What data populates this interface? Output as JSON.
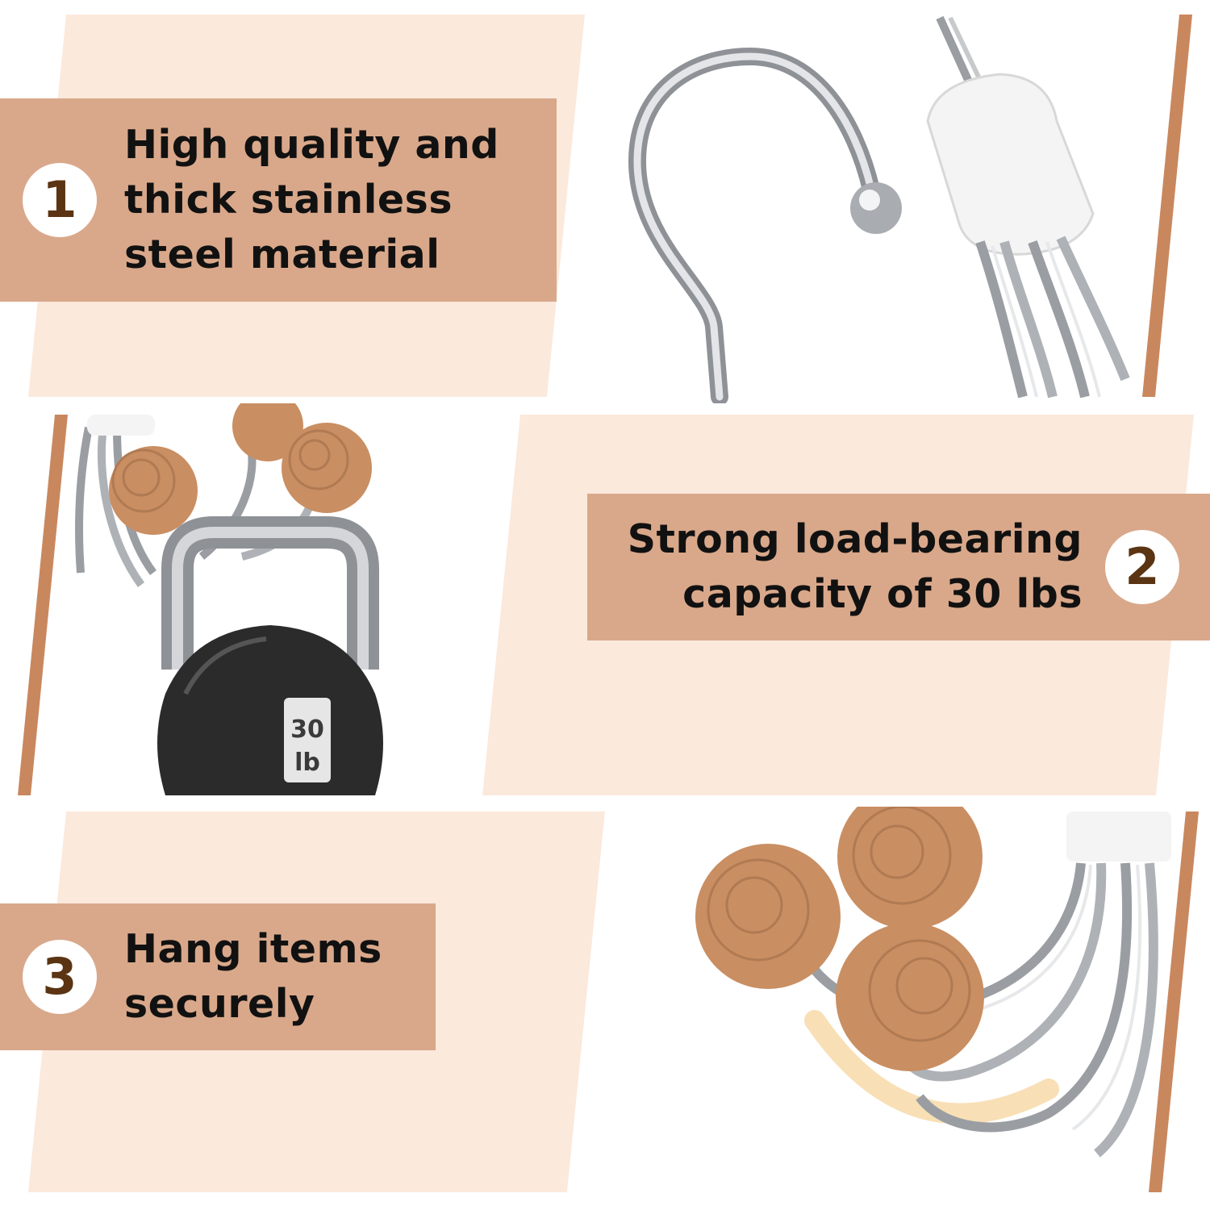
{
  "features": [
    {
      "number": "1",
      "lines": [
        "High quality and",
        "thick stainless",
        "steel material"
      ]
    },
    {
      "number": "2",
      "lines": [
        "Strong load-bearing",
        "capacity of 30 lbs"
      ]
    },
    {
      "number": "3",
      "lines": [
        "Hang items",
        "securely"
      ]
    }
  ],
  "kettlebell": {
    "weight_line1": "30",
    "weight_line2": "lb"
  },
  "colors": {
    "cream": "#fbe9dc",
    "accent_brown": "#c9875e",
    "label_bg": "#d9a88a",
    "number_text": "#5a3413",
    "wood": "#c98e62",
    "steel": "#b9bcc1"
  },
  "icons": [
    "s-hook-icon",
    "multi-hook-icon",
    "kettlebell-icon",
    "wooden-ball-icon"
  ]
}
